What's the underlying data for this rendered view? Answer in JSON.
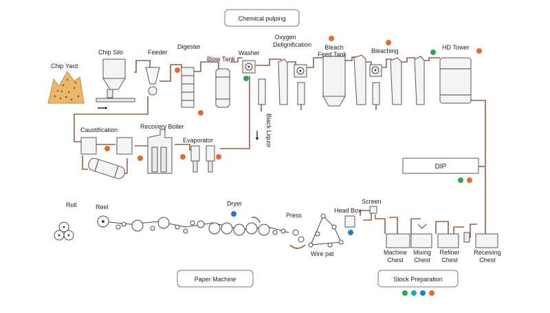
{
  "sections": {
    "chemical_pulping": "Chemical pulping",
    "paper_machine": "Paper Machine",
    "stock_preparation": "Stock Preparation"
  },
  "labels": {
    "chip_yard": "Chip Yard",
    "chip_silo": "Chip Silo",
    "feeder": "Feeder",
    "digester": "Digester",
    "blow_tank": "Blow Tank",
    "washer": "Washer",
    "oxygen_1": "Oxygen",
    "oxygen_2": "Delignification",
    "bleach_1": "Bleach",
    "bleach_2": "Feed Tank",
    "bleaching": "Bleaching",
    "hd_tower": "HD Tower",
    "caustification": "Caustification",
    "recovery_boiler": "Recovery Boiler",
    "evaporator": "Evaporator",
    "black_liquor": "Black Liquor",
    "dip": "DIP",
    "roll": "Roll",
    "reel": "Reel",
    "dryer": "Dryer",
    "press": "Press",
    "head_box": "Head Box",
    "screen": "Screen",
    "wire_pat": "Wire pat",
    "machine_1": "Machine",
    "machine_2": "Chest",
    "mixing_1": "Mixing",
    "mixing_2": "Chest",
    "refiner_1": "Refiner",
    "refiner_2": "Chest",
    "receiving_1": "Receiving",
    "receiving_2": "Chest"
  },
  "colors": {
    "pipe": "#9a5a48",
    "orange": "#e8692a",
    "green": "#2aa55a",
    "blue": "#1e7fc8",
    "teal": "#14a9b8",
    "chips": "#e9b86a"
  }
}
